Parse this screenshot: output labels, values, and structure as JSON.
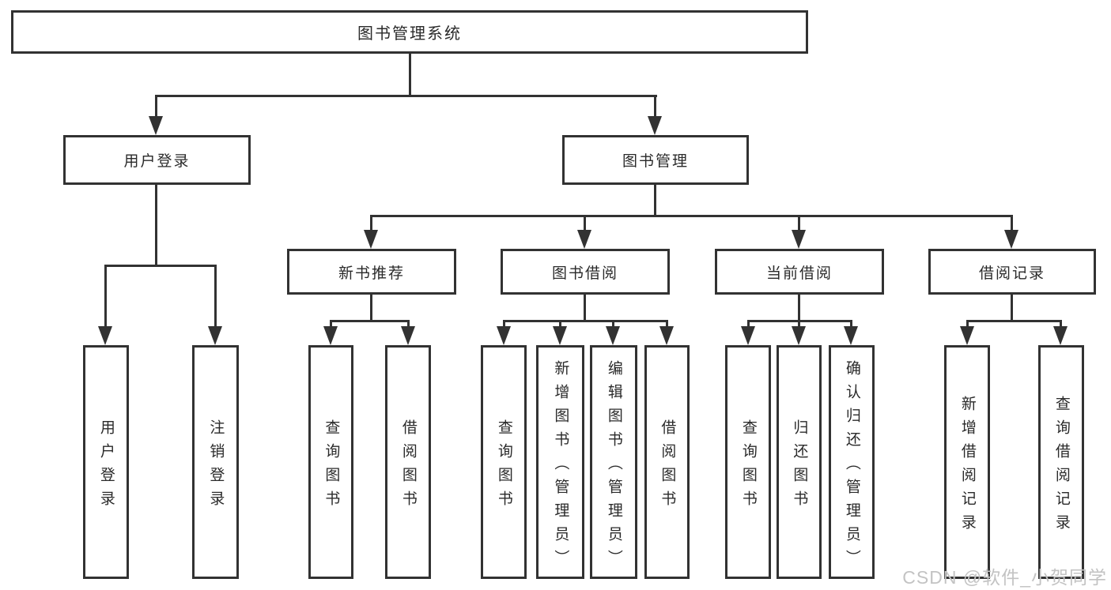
{
  "tree": {
    "root": {
      "label": "图书管理系统"
    },
    "branches": [
      {
        "label": "用户登录",
        "children": [
          {
            "label": "用户登录"
          },
          {
            "label": "注销登录"
          }
        ]
      },
      {
        "label": "图书管理",
        "sections": [
          {
            "label": "新书推荐",
            "children": [
              {
                "label": "查询图书"
              },
              {
                "label": "借阅图书"
              }
            ]
          },
          {
            "label": "图书借阅",
            "children": [
              {
                "label": "查询图书"
              },
              {
                "label": "新增图书（管理员）"
              },
              {
                "label": "编辑图书（管理员）"
              },
              {
                "label": "借阅图书"
              }
            ]
          },
          {
            "label": "当前借阅",
            "children": [
              {
                "label": "查询图书"
              },
              {
                "label": "归还图书"
              },
              {
                "label": "确认归还（管理员）"
              }
            ]
          },
          {
            "label": "借阅记录",
            "children": [
              {
                "label": "新增借阅记录"
              },
              {
                "label": "查询借阅记录"
              }
            ]
          }
        ]
      }
    ]
  },
  "colors": {
    "line": "#323232",
    "watermark": "#c3c3c3"
  },
  "watermark": "CSDN @软件_小贺同学"
}
